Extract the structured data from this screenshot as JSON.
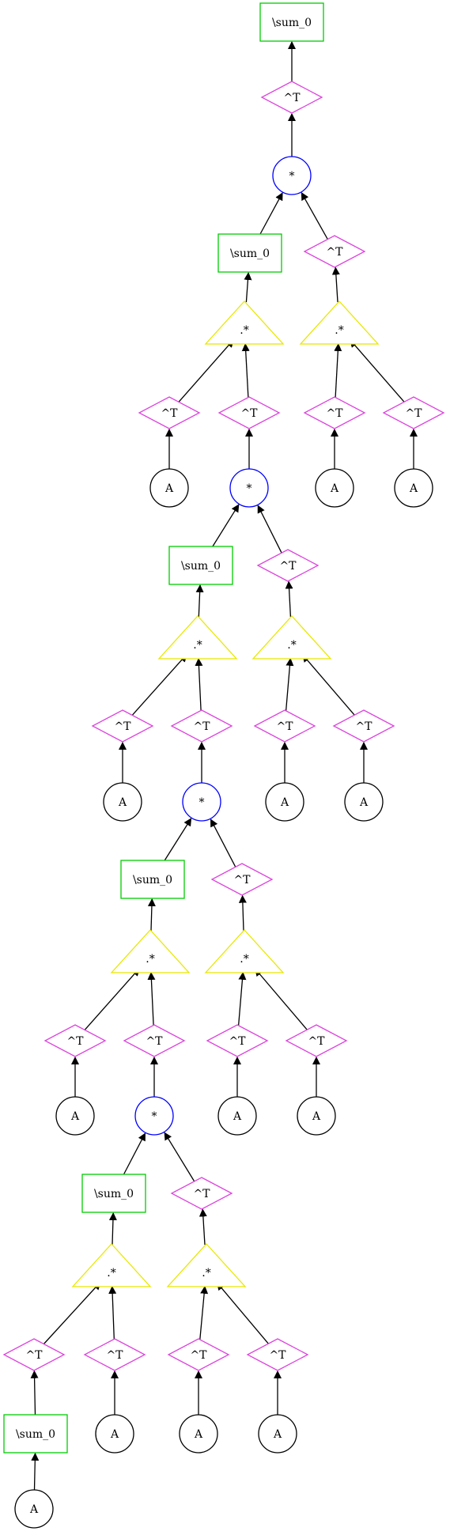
{
  "diagram": {
    "labels": {
      "sum": "\\sum_0",
      "transpose": "^T",
      "multiply": "*",
      "elementwise_multiply": ".*",
      "leaf": "A"
    },
    "colors": {
      "sum_border": "#00cc00",
      "transpose_border": "#dd44dd",
      "multiply_border": "#0000ff",
      "elementwise_border": "#e8e800",
      "leaf_border": "#000000",
      "edge": "#000000"
    },
    "nodes": [
      {
        "id": "s1",
        "kind": "sum"
      },
      {
        "id": "t1",
        "kind": "transpose"
      },
      {
        "id": "m1",
        "kind": "multiply"
      },
      {
        "id": "s2",
        "kind": "sum"
      },
      {
        "id": "t2",
        "kind": "transpose"
      },
      {
        "id": "e1",
        "kind": "elementwise_multiply"
      },
      {
        "id": "e2",
        "kind": "elementwise_multiply"
      },
      {
        "id": "t3",
        "kind": "transpose"
      },
      {
        "id": "t4",
        "kind": "transpose"
      },
      {
        "id": "t5",
        "kind": "transpose"
      },
      {
        "id": "t6",
        "kind": "transpose"
      },
      {
        "id": "a1",
        "kind": "leaf"
      },
      {
        "id": "m2",
        "kind": "multiply"
      },
      {
        "id": "a2",
        "kind": "leaf"
      },
      {
        "id": "a3",
        "kind": "leaf"
      },
      {
        "id": "s3",
        "kind": "sum"
      },
      {
        "id": "t7",
        "kind": "transpose"
      },
      {
        "id": "e3",
        "kind": "elementwise_multiply"
      },
      {
        "id": "e4",
        "kind": "elementwise_multiply"
      },
      {
        "id": "t8",
        "kind": "transpose"
      },
      {
        "id": "t9",
        "kind": "transpose"
      },
      {
        "id": "t10",
        "kind": "transpose"
      },
      {
        "id": "t11",
        "kind": "transpose"
      },
      {
        "id": "a4",
        "kind": "leaf"
      },
      {
        "id": "m3",
        "kind": "multiply"
      },
      {
        "id": "a5",
        "kind": "leaf"
      },
      {
        "id": "a6",
        "kind": "leaf"
      },
      {
        "id": "s4",
        "kind": "sum"
      },
      {
        "id": "t12",
        "kind": "transpose"
      },
      {
        "id": "e5",
        "kind": "elementwise_multiply"
      },
      {
        "id": "e6",
        "kind": "elementwise_multiply"
      },
      {
        "id": "t13",
        "kind": "transpose"
      },
      {
        "id": "t14",
        "kind": "transpose"
      },
      {
        "id": "t15",
        "kind": "transpose"
      },
      {
        "id": "t16",
        "kind": "transpose"
      },
      {
        "id": "a7",
        "kind": "leaf"
      },
      {
        "id": "m4",
        "kind": "multiply"
      },
      {
        "id": "a8",
        "kind": "leaf"
      },
      {
        "id": "a9",
        "kind": "leaf"
      },
      {
        "id": "s5",
        "kind": "sum"
      },
      {
        "id": "t17",
        "kind": "transpose"
      },
      {
        "id": "e7",
        "kind": "elementwise_multiply"
      },
      {
        "id": "e8",
        "kind": "elementwise_multiply"
      },
      {
        "id": "t18",
        "kind": "transpose"
      },
      {
        "id": "t19",
        "kind": "transpose"
      },
      {
        "id": "t20",
        "kind": "transpose"
      },
      {
        "id": "t21",
        "kind": "transpose"
      },
      {
        "id": "s6",
        "kind": "sum"
      },
      {
        "id": "a10",
        "kind": "leaf"
      },
      {
        "id": "a11",
        "kind": "leaf"
      },
      {
        "id": "a12",
        "kind": "leaf"
      },
      {
        "id": "a13",
        "kind": "leaf"
      }
    ],
    "edges": [
      [
        "t1",
        "s1"
      ],
      [
        "m1",
        "t1"
      ],
      [
        "s2",
        "m1"
      ],
      [
        "t2",
        "m1"
      ],
      [
        "e1",
        "s2"
      ],
      [
        "e2",
        "t2"
      ],
      [
        "t3",
        "e1"
      ],
      [
        "t4",
        "e1"
      ],
      [
        "t5",
        "e2"
      ],
      [
        "t6",
        "e2"
      ],
      [
        "a1",
        "t3"
      ],
      [
        "m2",
        "t4"
      ],
      [
        "a2",
        "t5"
      ],
      [
        "a3",
        "t6"
      ],
      [
        "s3",
        "m2"
      ],
      [
        "t7",
        "m2"
      ],
      [
        "e3",
        "s3"
      ],
      [
        "e4",
        "t7"
      ],
      [
        "t8",
        "e3"
      ],
      [
        "t9",
        "e3"
      ],
      [
        "t10",
        "e4"
      ],
      [
        "t11",
        "e4"
      ],
      [
        "a4",
        "t8"
      ],
      [
        "m3",
        "t9"
      ],
      [
        "a5",
        "t10"
      ],
      [
        "a6",
        "t11"
      ],
      [
        "s4",
        "m3"
      ],
      [
        "t12",
        "m3"
      ],
      [
        "e5",
        "s4"
      ],
      [
        "e6",
        "t12"
      ],
      [
        "t13",
        "e5"
      ],
      [
        "t14",
        "e5"
      ],
      [
        "t15",
        "e6"
      ],
      [
        "t16",
        "e6"
      ],
      [
        "a7",
        "t13"
      ],
      [
        "m4",
        "t14"
      ],
      [
        "a8",
        "t15"
      ],
      [
        "a9",
        "t16"
      ],
      [
        "s5",
        "m4"
      ],
      [
        "t17",
        "m4"
      ],
      [
        "e7",
        "s5"
      ],
      [
        "e8",
        "t17"
      ],
      [
        "t18",
        "e7"
      ],
      [
        "t19",
        "e7"
      ],
      [
        "t20",
        "e8"
      ],
      [
        "t21",
        "e8"
      ],
      [
        "s6",
        "t18"
      ],
      [
        "a10",
        "t19"
      ],
      [
        "a11",
        "t20"
      ],
      [
        "a12",
        "t21"
      ],
      [
        "a13",
        "s6"
      ]
    ]
  }
}
